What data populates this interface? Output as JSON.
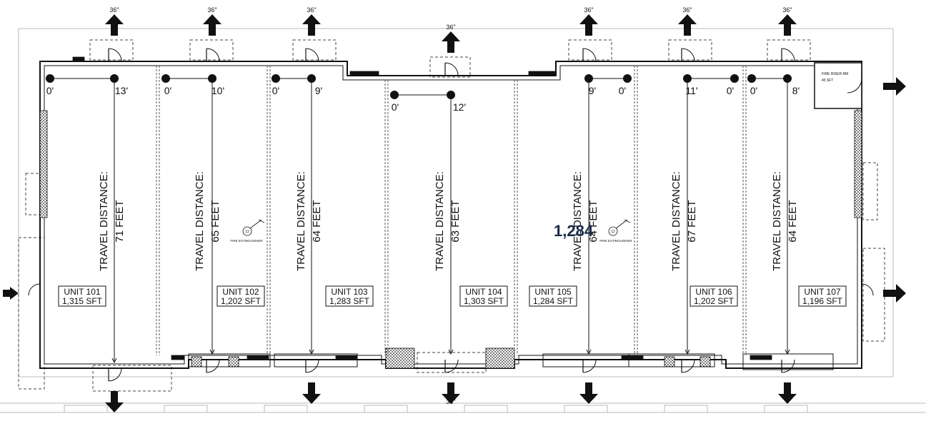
{
  "exits": {
    "door_width_label": "36\""
  },
  "units": [
    {
      "name": "UNIT 101",
      "area": "1,315 SFT",
      "travel_label": "TRAVEL DISTANCE:",
      "travel_distance": "71 FEET",
      "d_start": "0'",
      "d_end": "13'"
    },
    {
      "name": "UNIT 102",
      "area": "1,202 SFT",
      "travel_label": "TRAVEL DISTANCE:",
      "travel_distance": "65 FEET",
      "d_start": "0'",
      "d_end": "10'"
    },
    {
      "name": "UNIT 103",
      "area": "1,283 SFT",
      "travel_label": "TRAVEL DISTANCE:",
      "travel_distance": "64 FEET",
      "d_start": "0'",
      "d_end": "9'"
    },
    {
      "name": "UNIT 104",
      "area": "1,303 SFT",
      "travel_label": "TRAVEL DISTANCE:",
      "travel_distance": "63 FEET",
      "d_start": "0'",
      "d_end": "12'"
    },
    {
      "name": "UNIT 105",
      "area": "1,284 SFT",
      "travel_label": "TRAVEL DISTANCE:",
      "travel_distance": "64 FEET",
      "d_start": "9'",
      "d_end": "0'"
    },
    {
      "name": "UNIT 106",
      "area": "1,202 SFT",
      "travel_label": "TRAVEL DISTANCE:",
      "travel_distance": "67 FEET",
      "d_start": "11'",
      "d_end": "0'"
    },
    {
      "name": "UNIT 107",
      "area": "1,196 SFT",
      "travel_label": "TRAVEL DISTANCE:",
      "travel_distance": "64 FEET",
      "d_start": "0'",
      "d_end": "8'"
    }
  ],
  "fire_extinguishers": [
    {
      "tag": "12",
      "label": "FIRE EXTINGUISHER"
    },
    {
      "tag": "12",
      "label": "FIRE EXTINGUISHER"
    }
  ],
  "fire_riser": {
    "label": "FIRE RISER RM",
    "area": "45 SFT"
  },
  "callout": {
    "value": "1,284"
  }
}
